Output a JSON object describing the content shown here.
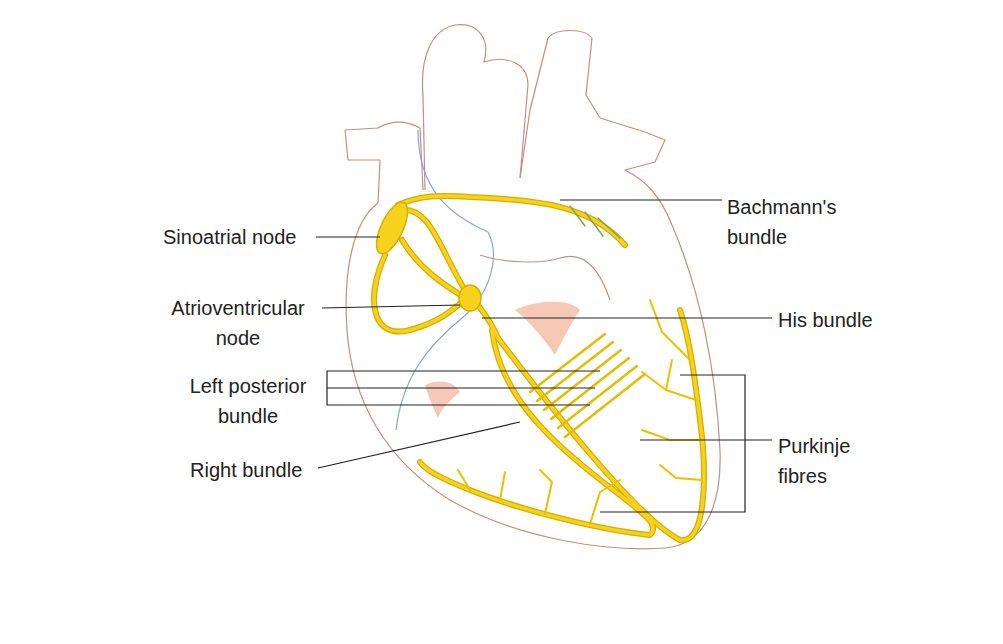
{
  "diagram": {
    "labels": [
      "Sinoatrial node",
      "Bachmann's bundle",
      "Atrioventricular node",
      "His bundle",
      "Left posterior bundle",
      "Right bundle",
      "Purkinje fibres"
    ]
  }
}
